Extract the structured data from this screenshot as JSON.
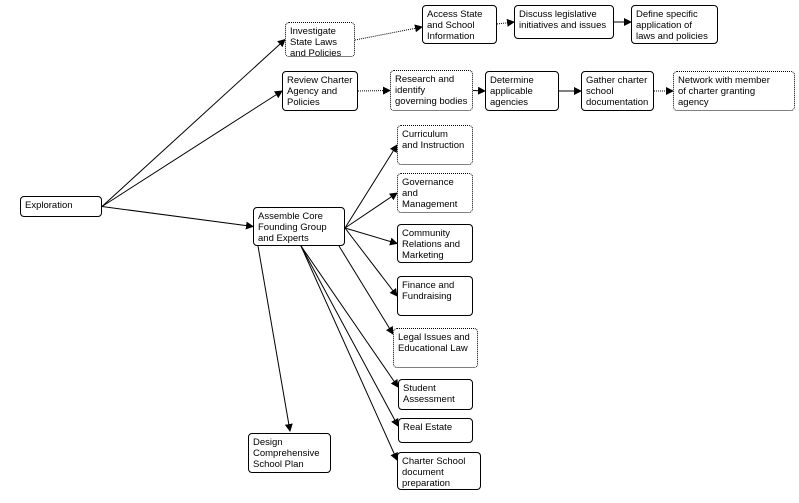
{
  "diagram": {
    "nodes": [
      {
        "id": "exploration",
        "label": "Exploration"
      },
      {
        "id": "investigate",
        "label": "Investigate\nState Laws\nand Policies"
      },
      {
        "id": "access",
        "label": "Access State\nand School\nInformation"
      },
      {
        "id": "discuss",
        "label": "Discuss legislative\ninitiatives and issues"
      },
      {
        "id": "define",
        "label": "Define specific\napplication of\nlaws and policies"
      },
      {
        "id": "review",
        "label": "Review Charter\nAgency and\nPolicies"
      },
      {
        "id": "research",
        "label": "Research and\nidentify\ngoverning bodies"
      },
      {
        "id": "determine",
        "label": "Determine\napplicable\nagencies"
      },
      {
        "id": "gather",
        "label": "Gather charter\nschool\ndocumentation"
      },
      {
        "id": "network",
        "label": "Network with member\nof charter granting\nagency"
      },
      {
        "id": "assemble",
        "label": "Assemble Core\nFounding Group\nand Experts"
      },
      {
        "id": "curriculum",
        "label": "Curriculum\nand Instruction"
      },
      {
        "id": "governance",
        "label": "Governance\nand\nManagement"
      },
      {
        "id": "community",
        "label": "Community\nRelations and\nMarketing"
      },
      {
        "id": "finance",
        "label": "Finance and\nFundraising"
      },
      {
        "id": "legal",
        "label": "Legal Issues and\nEducational Law"
      },
      {
        "id": "student",
        "label": "Student\nAssessment"
      },
      {
        "id": "realestate",
        "label": "Real Estate"
      },
      {
        "id": "charterdoc",
        "label": "Charter School\ndocument\npreparation"
      },
      {
        "id": "design",
        "label": "Design\nComprehensive\nSchool Plan"
      }
    ],
    "edges": [
      [
        "exploration",
        "investigate"
      ],
      [
        "exploration",
        "review"
      ],
      [
        "exploration",
        "assemble"
      ],
      [
        "investigate",
        "access"
      ],
      [
        "access",
        "discuss"
      ],
      [
        "discuss",
        "define"
      ],
      [
        "review",
        "research"
      ],
      [
        "research",
        "determine"
      ],
      [
        "determine",
        "gather"
      ],
      [
        "gather",
        "network"
      ],
      [
        "assemble",
        "curriculum"
      ],
      [
        "assemble",
        "governance"
      ],
      [
        "assemble",
        "community"
      ],
      [
        "assemble",
        "finance"
      ],
      [
        "assemble",
        "legal"
      ],
      [
        "assemble",
        "student"
      ],
      [
        "assemble",
        "realestate"
      ],
      [
        "assemble",
        "charterdoc"
      ],
      [
        "assemble",
        "design"
      ]
    ]
  }
}
